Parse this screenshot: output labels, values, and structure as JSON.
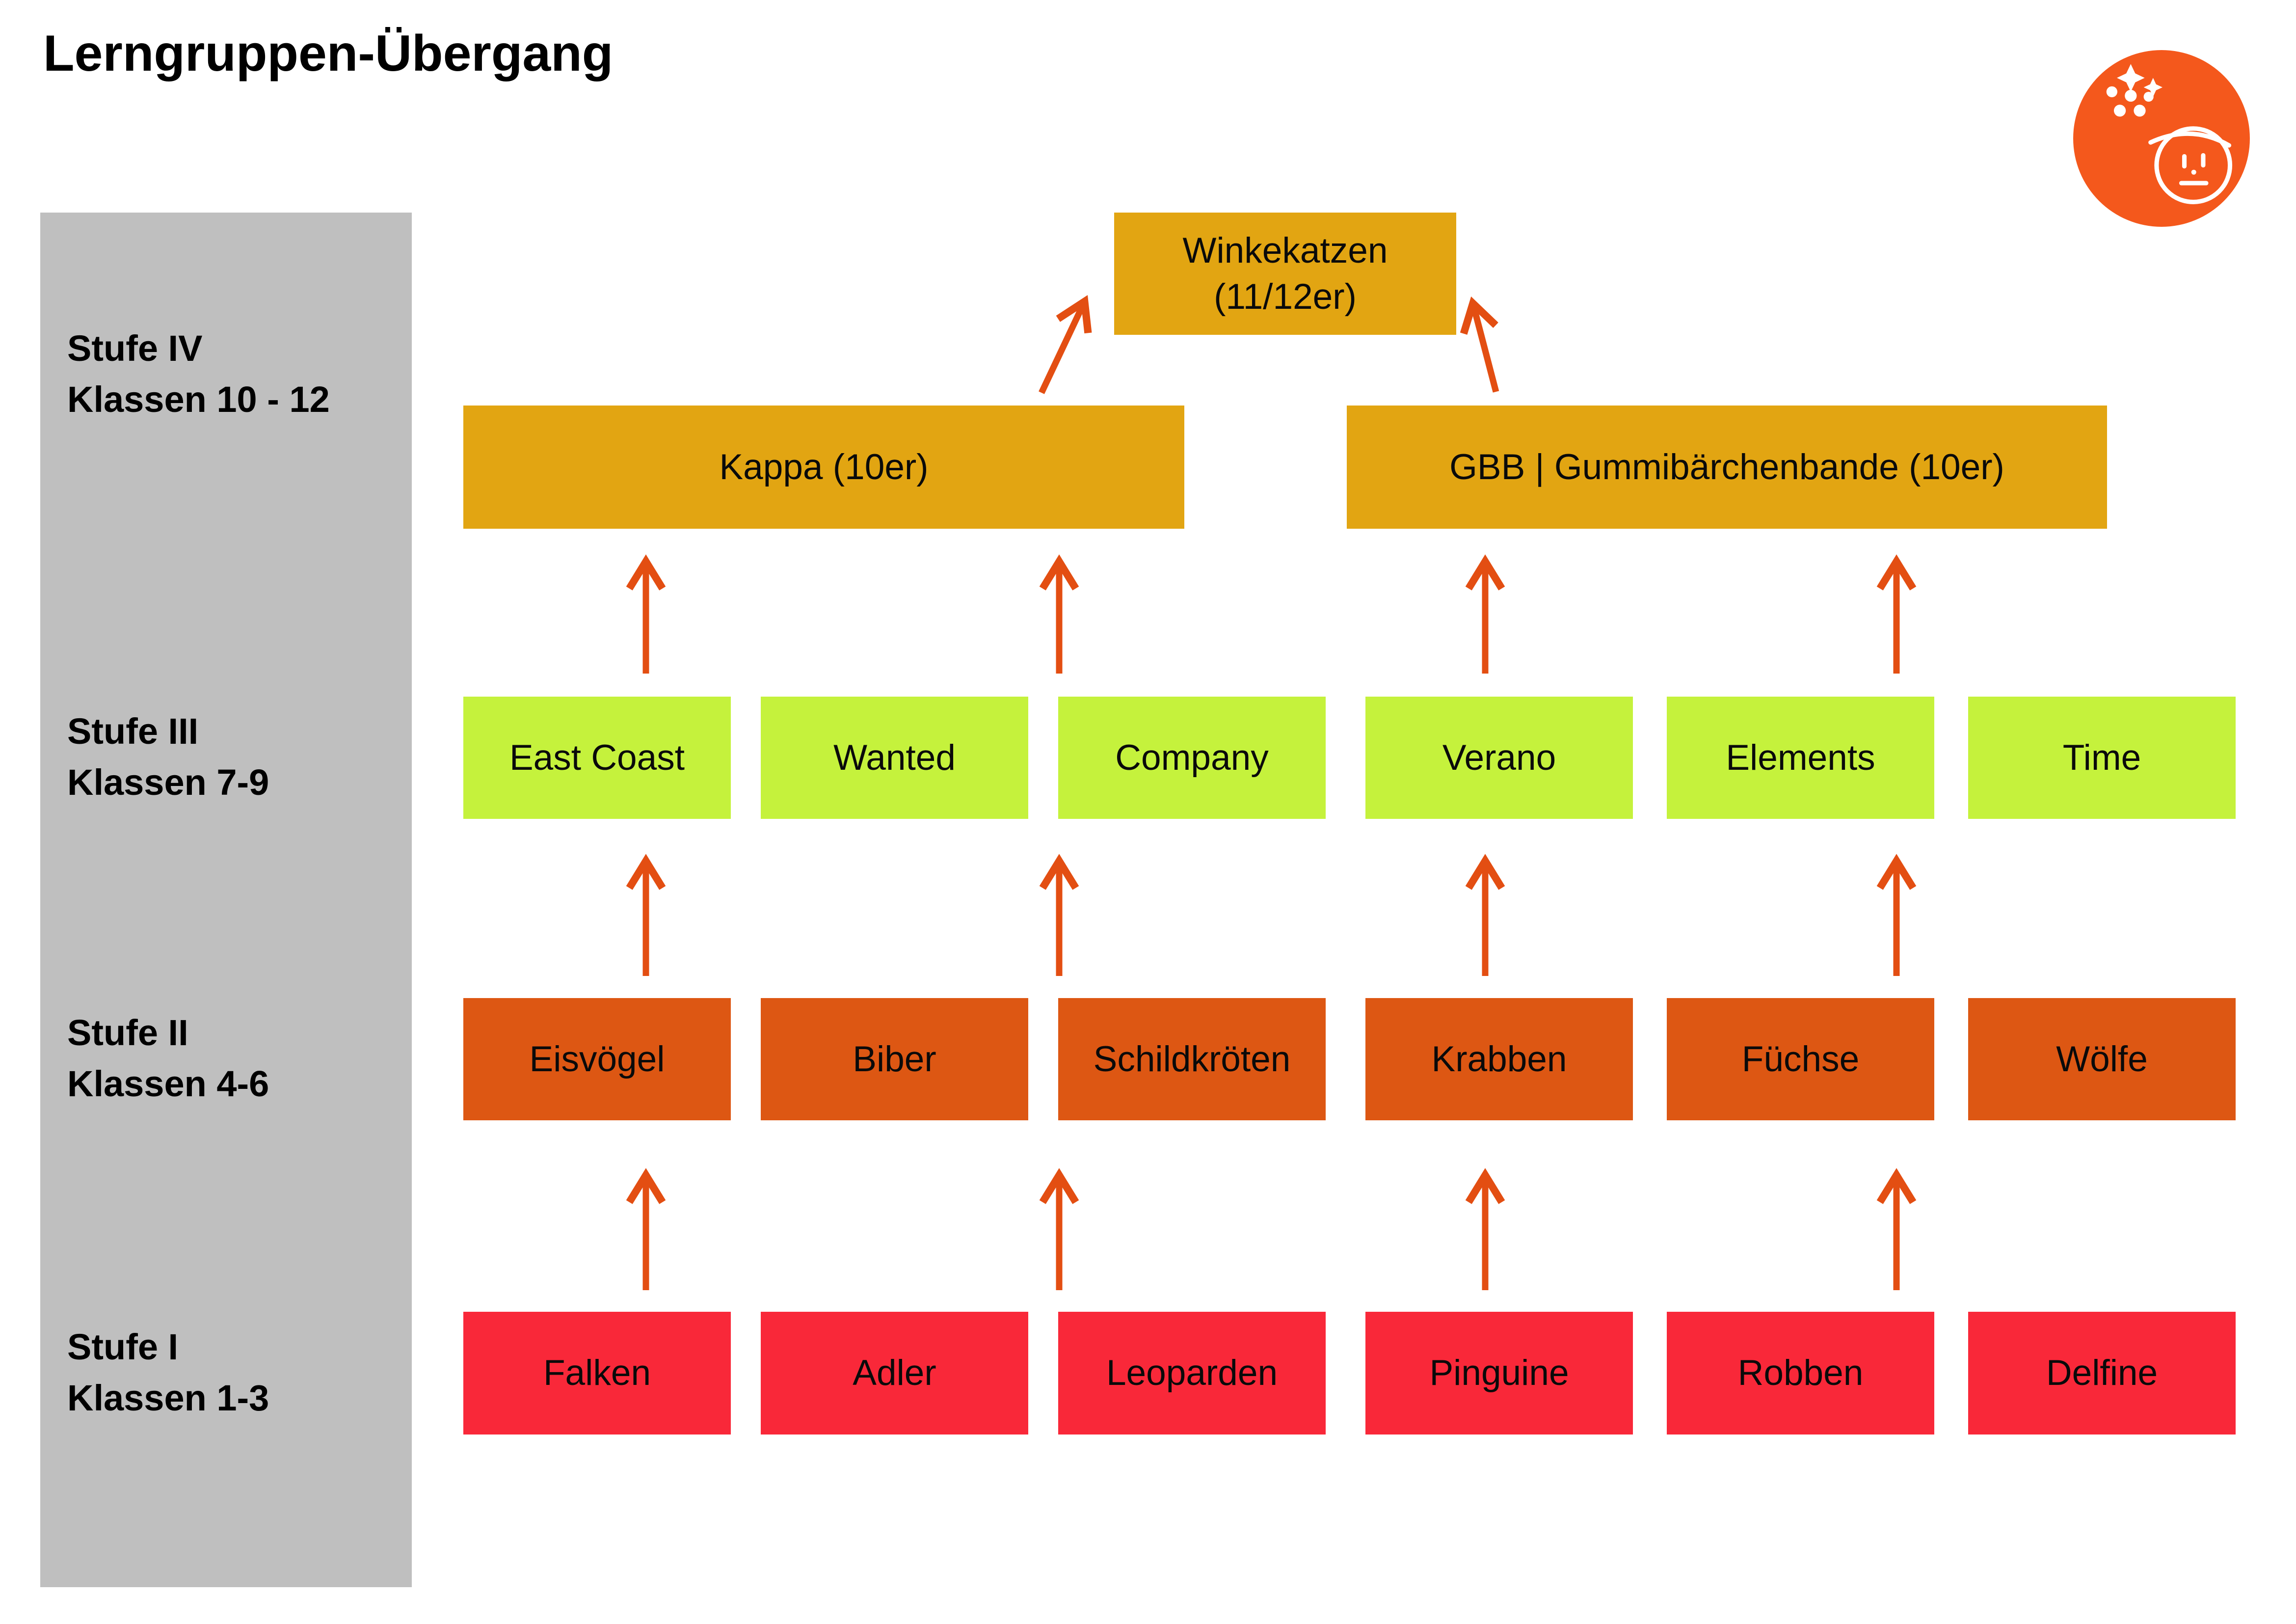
{
  "title": "Lerngruppen-Übergang",
  "colors": {
    "amber": "#E2A512",
    "green": "#C5F23C",
    "orange": "#DD5713",
    "red": "#F92839",
    "arrow": "#E34E12",
    "sidebar": "#BFBFBF",
    "logo": "#F4581C"
  },
  "sidebar": {
    "levels": [
      {
        "stufe": "Stufe IV",
        "klassen": "Klassen 10 - 12"
      },
      {
        "stufe": "Stufe III",
        "klassen": "Klassen 7-9"
      },
      {
        "stufe": "Stufe II",
        "klassen": "Klassen 4-6"
      },
      {
        "stufe": "Stufe I",
        "klassen": "Klassen 1-3"
      }
    ]
  },
  "diagram": {
    "top": {
      "label": "Winkekatzen\n(11/12er)"
    },
    "stufe4": {
      "kappa": "Kappa (10er)",
      "gbb": "GBB | Gummibärchenbande (10er)"
    },
    "stufe3": [
      "East Coast",
      "Wanted",
      "Company",
      "Verano",
      "Elements",
      "Time"
    ],
    "stufe2": [
      "Eisvögel",
      "Biber",
      "Schildkröten",
      "Krabben",
      "Füchse",
      "Wölfe"
    ],
    "stufe1": [
      "Falken",
      "Adler",
      "Leoparden",
      "Pinguine",
      "Robben",
      "Delfine"
    ]
  }
}
